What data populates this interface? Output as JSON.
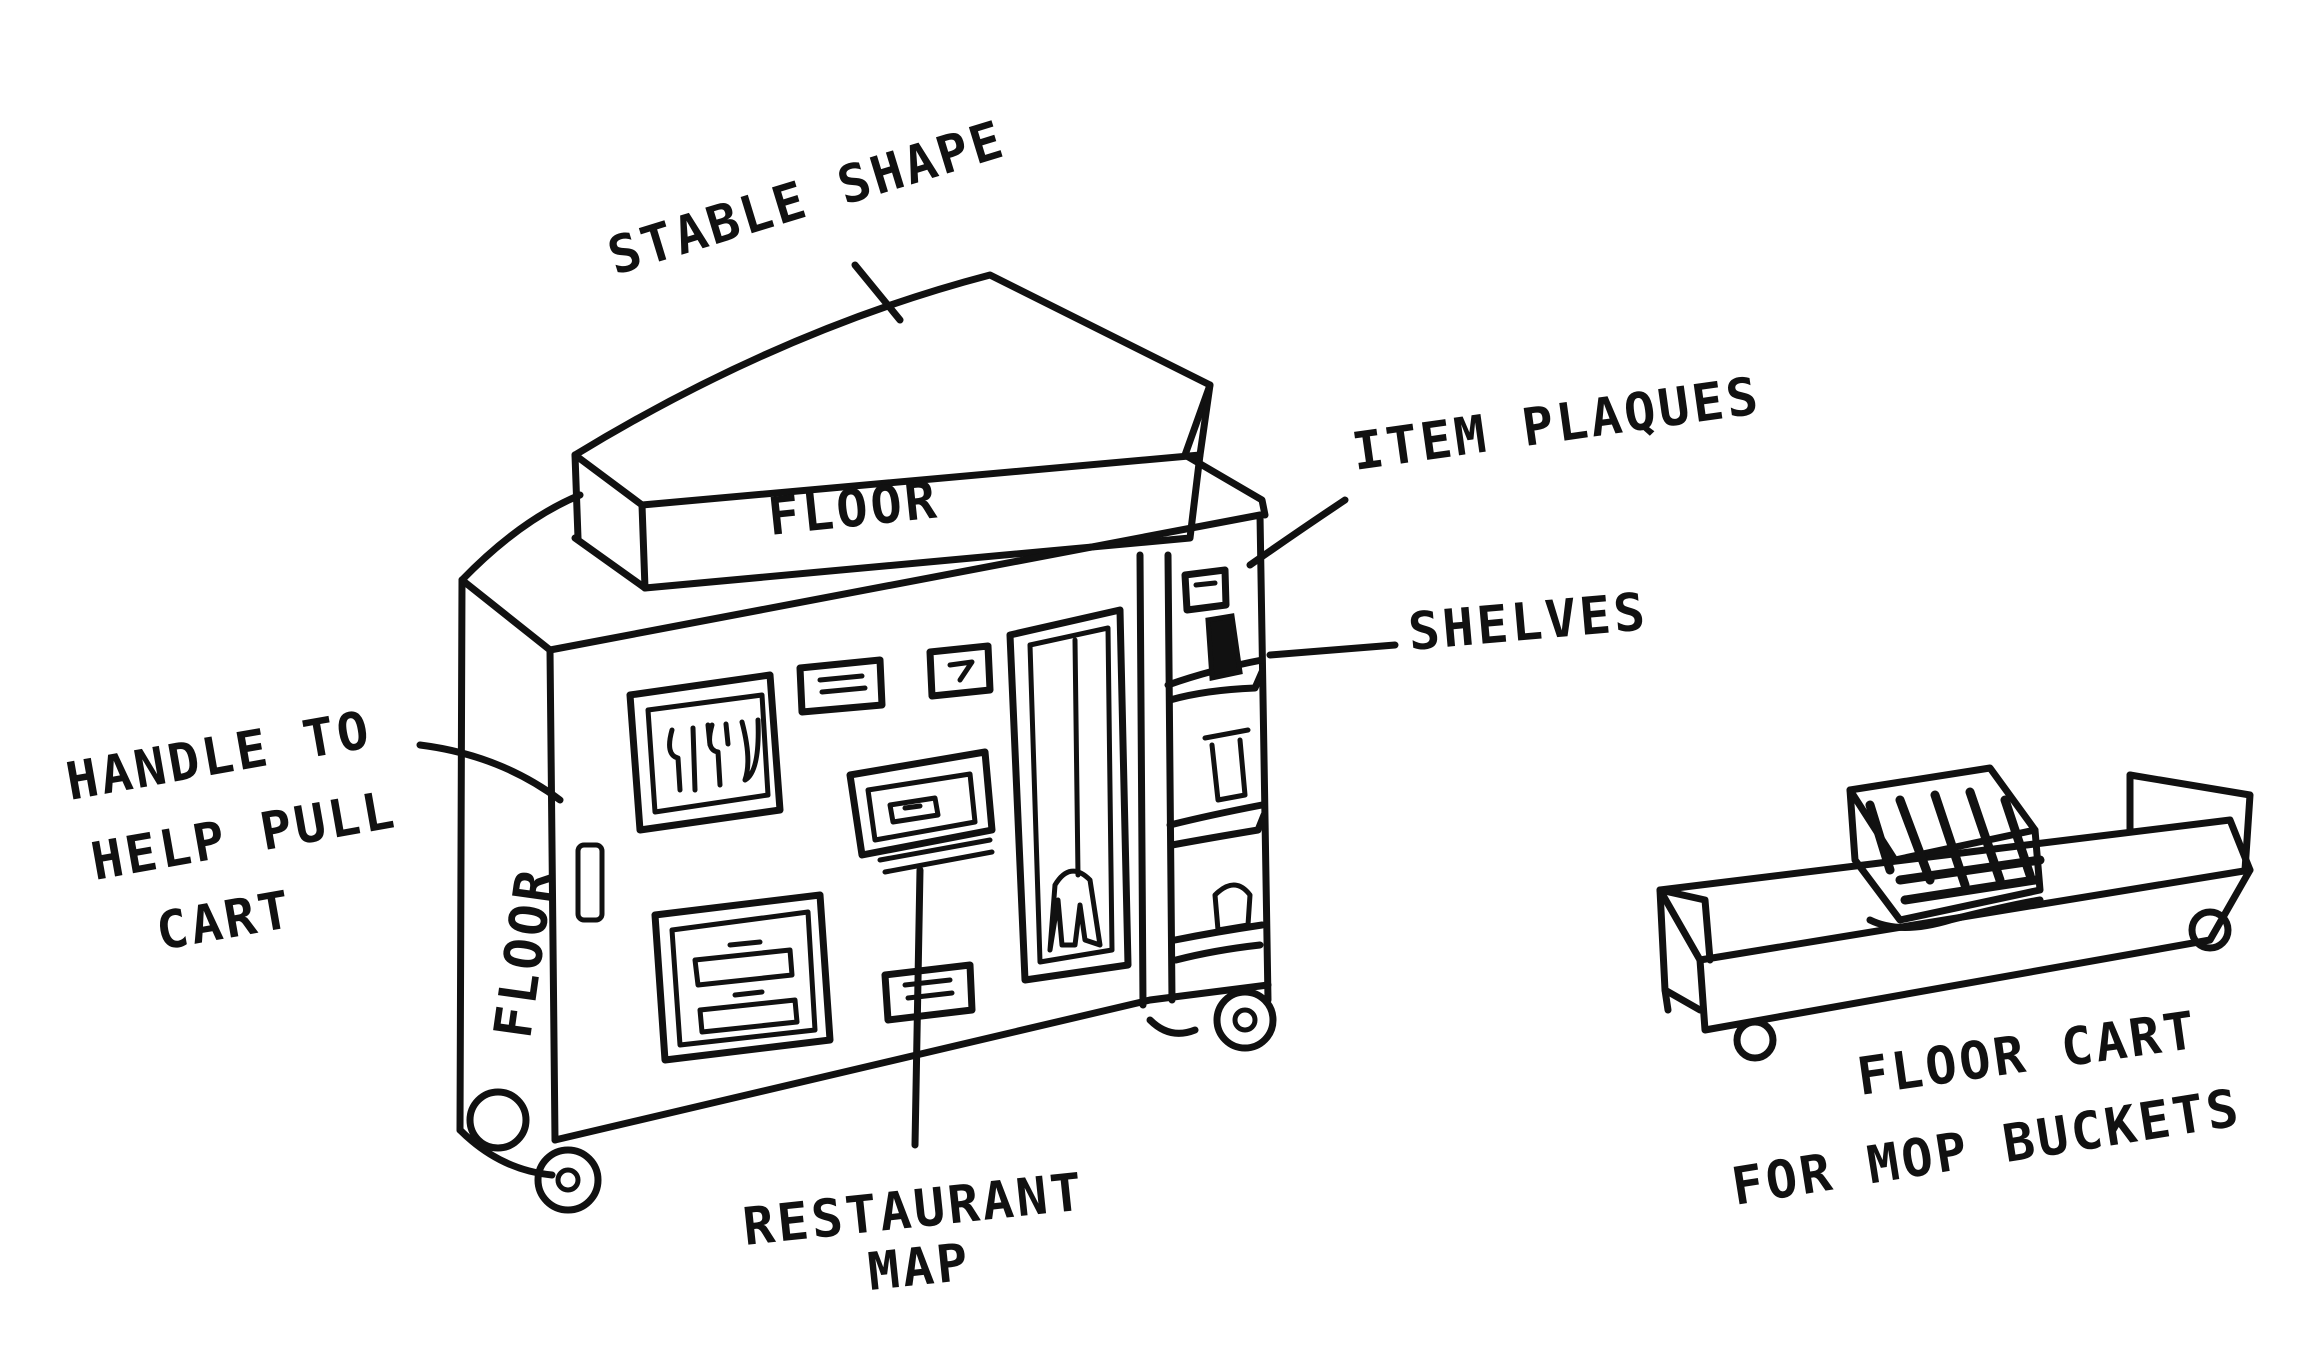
{
  "labels": {
    "stable_shape": "STABLE SHAPE",
    "floor_top": "FLOOR",
    "item_plaques": "ITEM PLAQUES",
    "shelves": "SHELVES",
    "handle_line1": "HANDLE TO",
    "handle_line2": "HELP PULL",
    "handle_line3": "CART",
    "floor_side": "FLOOR",
    "restaurant_line1": "RESTAURANT",
    "restaurant_line2": "MAP",
    "floor_cart_line1": "FLOOR CART",
    "floor_cart_line2": "FOR MOP BUCKETS"
  }
}
